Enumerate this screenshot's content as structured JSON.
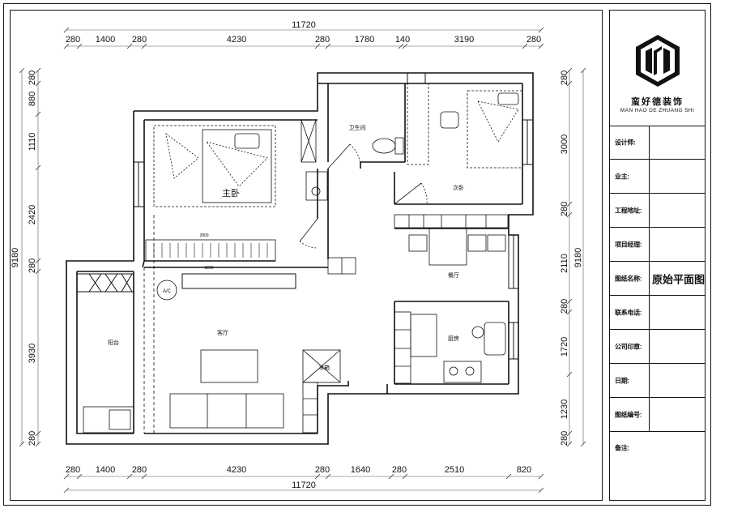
{
  "drawing": {
    "total_width": "11720",
    "total_depth": "9180",
    "top_dims": [
      "280",
      "1400",
      "280",
      "4230",
      "280",
      "1780",
      "140",
      "3190",
      "280"
    ],
    "bottom_dims": [
      "280",
      "1400",
      "280",
      "4230",
      "280",
      "1640",
      "280",
      "2510",
      "820"
    ],
    "left_dims": [
      "280",
      "880",
      "1110",
      "2420",
      "280",
      "3930",
      "280"
    ],
    "right_dims": [
      "280",
      "3000",
      "280",
      "2110",
      "280",
      "1720",
      "1230",
      "280"
    ],
    "inner_dims": {
      "wardrobe": "2800",
      "bedroom_width": "3230"
    }
  },
  "rooms": {
    "master_bedroom": "主卧",
    "bathroom": "卫生间",
    "second_bedroom": "次卧",
    "dining": "餐厅",
    "kitchen": "厨房",
    "living": "客厅",
    "balcony": "阳台",
    "fridge": "冰箱",
    "ac": "A/C"
  },
  "title_block": {
    "brand_cn": "蛮好德装饰",
    "brand_en": "MAN HAO DE ZHUANG SHI",
    "rows": [
      {
        "label": "设计师:",
        "value": ""
      },
      {
        "label": "业主:",
        "value": ""
      },
      {
        "label": "工程地址:",
        "value": ""
      },
      {
        "label": "项目经理:",
        "value": ""
      },
      {
        "label": "图纸名称:",
        "value": "原始平面图"
      },
      {
        "label": "联系电话:",
        "value": ""
      },
      {
        "label": "公司印章:",
        "value": ""
      },
      {
        "label": "日期:",
        "value": ""
      },
      {
        "label": "图纸编号:",
        "value": ""
      },
      {
        "label": "备注:",
        "value": ""
      }
    ]
  }
}
